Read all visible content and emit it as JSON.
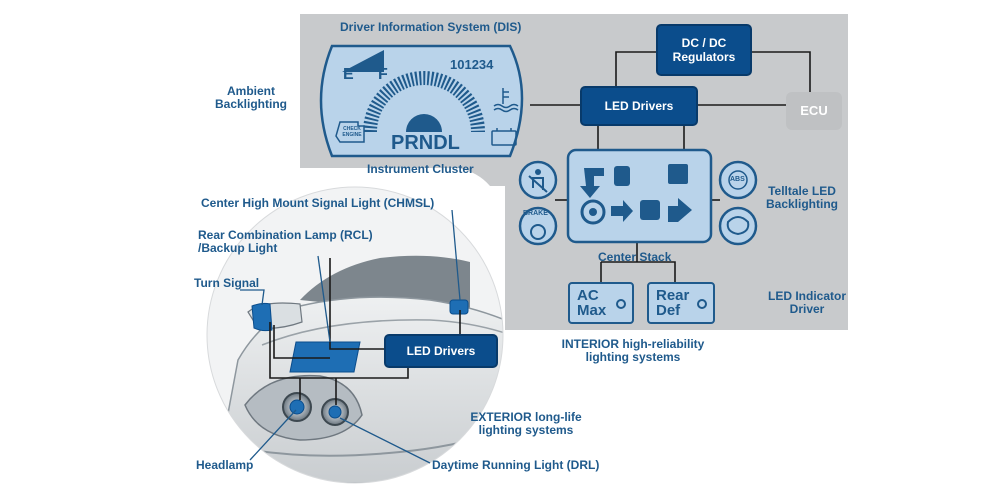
{
  "colors": {
    "panel": "#c8cacc",
    "dark_blue": "#0b4d8c",
    "light_blue": "#b9d3ea",
    "label_blue": "#1f5a8c",
    "ecu_grey": "#bfc1c3"
  },
  "labels": {
    "dis_title": "Driver Information System (DIS)",
    "ambient": "Ambient\nBacklighting",
    "instrument_cluster": "Instrument Cluster",
    "chmsl": "Center High Mount Signal Light (CHMSL)",
    "rcl": "Rear Combination Lamp (RCL)\n/Backup Light",
    "turn_signal": "Turn Signal",
    "telltale": "Telltale LED\nBacklighting",
    "center_stack": "Center Stack",
    "indicator_driver": "LED Indicator\nDriver",
    "interior": "INTERIOR high-reliability\nlighting systems",
    "exterior": "EXTERIOR long-life\nlighting systems",
    "headlamp": "Headlamp",
    "drl": "Daytime Running Light (DRL)"
  },
  "blocks": {
    "dcdc": "DC / DC\nRegulators",
    "led_drivers_interior": "LED Drivers",
    "ecu": "ECU",
    "led_drivers_exterior": "LED Drivers"
  },
  "cluster": {
    "fuel_e": "E",
    "fuel_f": "F",
    "odometer": "101234",
    "gear": "PRNDL",
    "check_engine": "CHECK\nENGINE"
  },
  "telltales": {
    "brake": "BRAKE",
    "abs": "ABS"
  },
  "buttons": {
    "ac_max_line1": "AC",
    "ac_max_line2": "Max",
    "rear_def_line1": "Rear",
    "rear_def_line2": "Def"
  }
}
